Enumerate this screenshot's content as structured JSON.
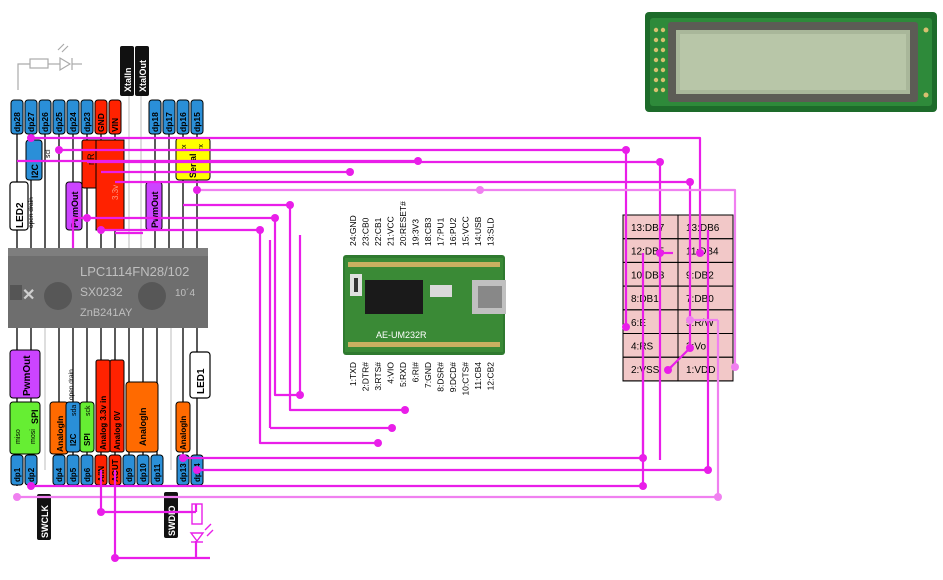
{
  "mcu": {
    "top_pins": [
      "dp28",
      "dp27",
      "dp26",
      "dp25",
      "dp24",
      "dp23",
      "GND",
      "VIN",
      "dp18",
      "dp17",
      "dp16",
      "dp15"
    ],
    "bottom_pins": [
      "dp1",
      "dp2",
      "dp4",
      "dp5",
      "dp6",
      "A/IN",
      "AOUT",
      "dp9",
      "dp10",
      "dp11",
      "dp13",
      "dp14"
    ],
    "chip_text": [
      "LPC1114FN28/102",
      "SX0232",
      "10´4",
      "ZnB241AY"
    ],
    "top_labels": {
      "led2": "LED2",
      "open_drain": "open drain",
      "i2c": "I2C",
      "scl": "scl",
      "pwm_out": "PwmOut",
      "nr": "nR",
      "v33": "3.3v",
      "serial": "Serial",
      "tx": "tx",
      "rx": "rx",
      "xtalin": "XtalIn",
      "xtalout": "XtalOut"
    },
    "bottom_labels": {
      "pwm_out": "PwmOut",
      "spi": "SPI",
      "miso": "miso",
      "mosi": "mosi",
      "analogin1": "AnalogIn",
      "open_drain": "open drain",
      "i2c": "I2C",
      "sda": "sda",
      "spi2": "SPI",
      "sck": "sck",
      "analog33": "Analog 3.3v in",
      "analog0v": "Analog 0V",
      "analogin2": "AnalogIn",
      "analogin3": "AnalogIn",
      "led1": "LED1",
      "swclk": "SWCLK",
      "swdio": "SWDIO"
    }
  },
  "usb_serial": {
    "top_pins": [
      "24:GND",
      "23:CB0",
      "22:CB1",
      "21:VCC",
      "20:RESET#",
      "19:3V3",
      "18:CB3",
      "17:PU1",
      "16:PU2",
      "15:VCC",
      "14:USB",
      "13:SLD"
    ],
    "bottom_pins": [
      "1:TXD",
      "2:DTR#",
      "3:RTS#",
      "4:VIO",
      "5:RXD",
      "6:RI#",
      "7:GND",
      "8:DSR#",
      "9:DCD#",
      "10:CTS#",
      "11:CB4",
      "12:CB2"
    ],
    "board_label": "AE-UM232R"
  },
  "lcd_pins": [
    [
      "13:DB7",
      "13:DB6"
    ],
    [
      "12:DB5",
      "11:DB4"
    ],
    [
      "10:DB3",
      "9:DB2"
    ],
    [
      "8:DB1",
      "7:DB0"
    ],
    [
      "6:E",
      "5:R/W"
    ],
    [
      "4:RS",
      "3:Vo"
    ],
    [
      "2:VSS",
      "1:VDD"
    ]
  ],
  "colors": {
    "wire": "#e91ee9",
    "wire_light": "#f080f0",
    "pin_blue": "#2a8fd8",
    "red": "#ff2200",
    "orange": "#ff6a00",
    "purple": "#cc44ff",
    "yellow": "#ffff00",
    "green": "#66ee33",
    "lcd_cell": "#f2c8c8",
    "black": "#000000"
  }
}
